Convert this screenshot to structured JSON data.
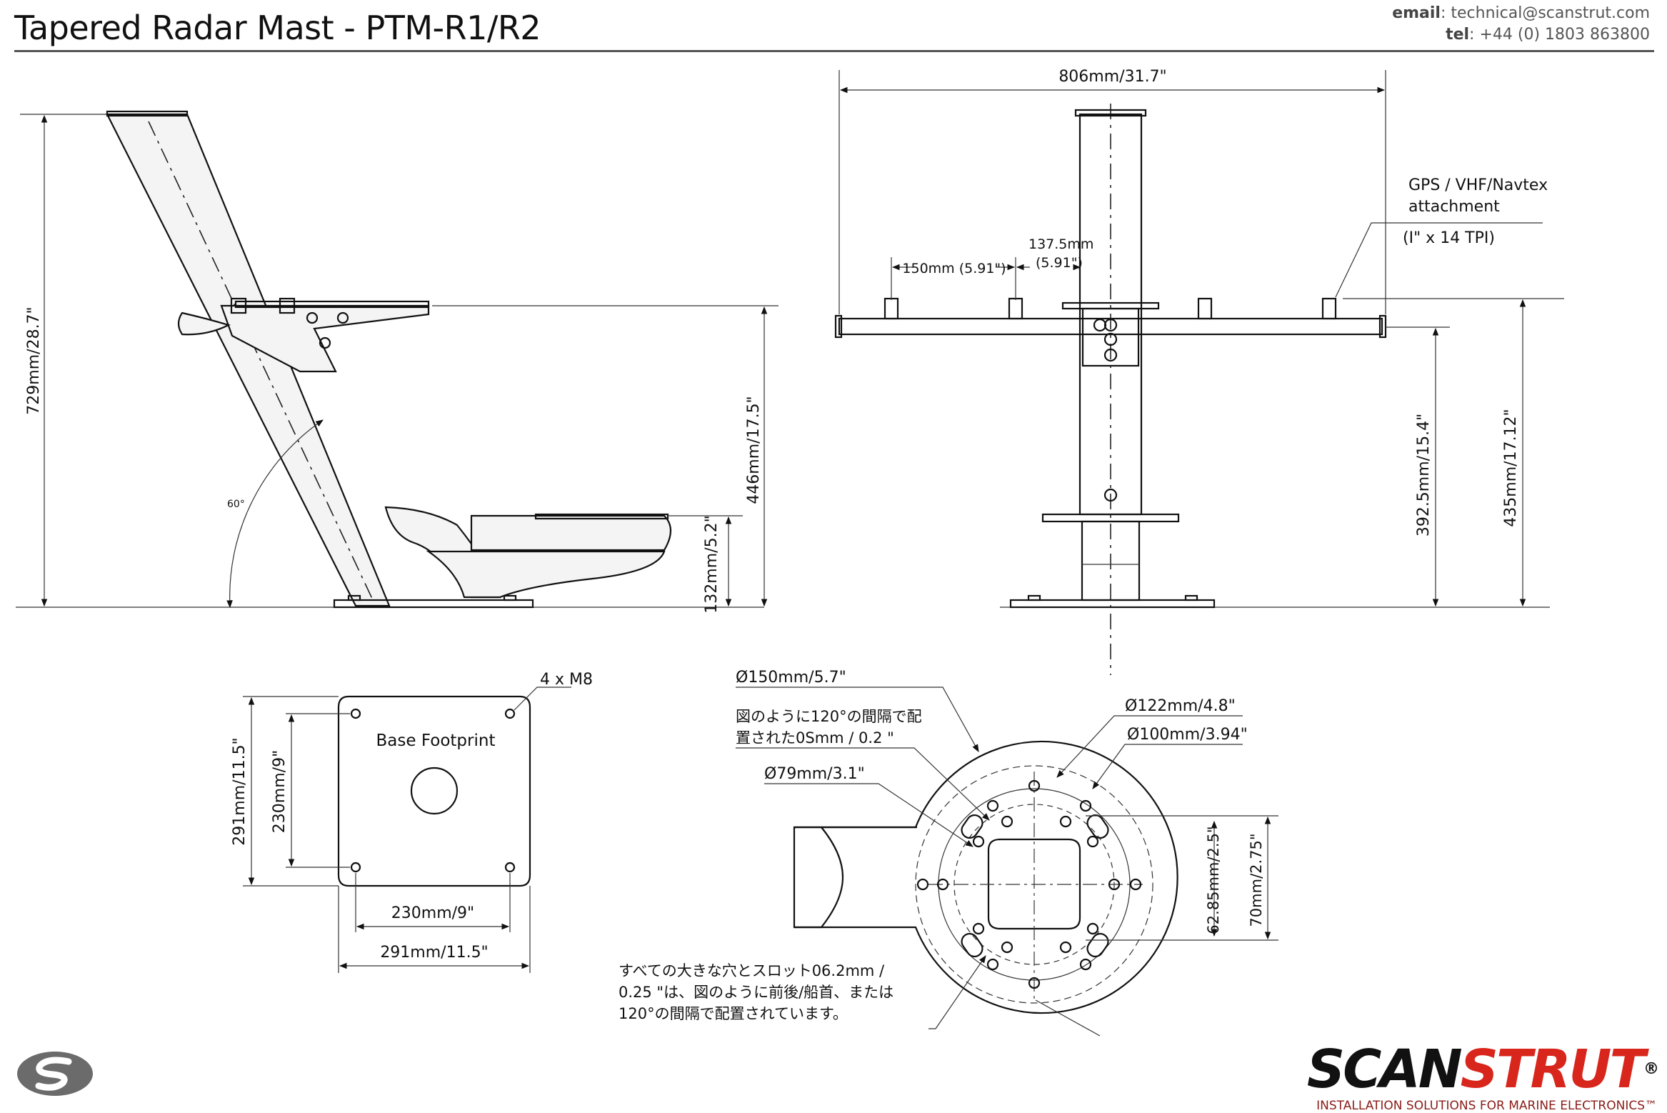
{
  "header": {
    "title": "Tapered Radar Mast - PTM-R1/R2",
    "email_label": "email",
    "email_value": ": technical@scanstrut.com",
    "tel_label": "tel",
    "tel_value": ": +44 (0) 1803 863800"
  },
  "side_view": {
    "height_total": "729mm/28.7\"",
    "height_platform": "446mm/17.5\"",
    "height_lower": "132mm/5.2\"",
    "angle": "60°"
  },
  "front_view": {
    "width_total": "806mm/31.7\"",
    "spacing_a": "150mm (5.91\")",
    "spacing_b_line1": "137.5mm",
    "spacing_b_line2": "(5.91\")",
    "attachment_line1": "GPS / VHF/Navtex",
    "attachment_line2": "attachment",
    "attachment_line3": "(I\" x 14 TPI)",
    "height_arm": "392.5mm/15.4\"",
    "height_top": "435mm/17.12\""
  },
  "base_footprint": {
    "label": "Base Footprint",
    "bolts": "4 x M8",
    "outer_height": "291mm/11.5\"",
    "inner_height": "230mm/9\"",
    "inner_width": "230mm/9\"",
    "outer_width": "291mm/11.5\""
  },
  "top_plate": {
    "d150": "Ø150mm/5.7\"",
    "jp_note_line1": "図のように120°の間隔で配",
    "jp_note_line2": "置された0Smm / 0.2 \"",
    "d79": "Ø79mm/3.1\"",
    "d122": "Ø122mm/4.8\"",
    "d100": "Ø100mm/3.94\"",
    "h62": "62.85mm/2.5\"",
    "h70": "70mm/2.75\"",
    "jp_slot_line1": "すべての大きな穴とスロット06.2mm /",
    "jp_slot_line2": "0.25 \"は、図のように前後/船首、または",
    "jp_slot_line3": "120°の間隔で配置されています。"
  },
  "brand": {
    "name_part1": "SCAN",
    "name_part2": "STRUT",
    "registered": "®",
    "tagline": "INSTALLATION SOLUTIONS FOR MARINE ELECTRONICS™"
  },
  "colors": {
    "brand_red": "#d8261c",
    "logo_gray": "#666666",
    "line": "#111111"
  }
}
